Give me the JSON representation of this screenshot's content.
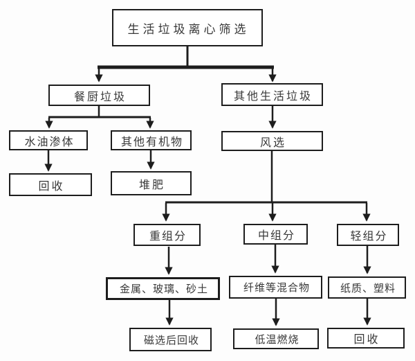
{
  "diagram": {
    "type": "flowchart",
    "language": "zh-CN",
    "topic": "household waste centrifugal screening process"
  },
  "nodes": {
    "root": {
      "label": "生活垃圾离心筛选"
    },
    "kitchen_waste": {
      "label": "餐厨垃圾"
    },
    "other_waste": {
      "label": "其他生活垃圾"
    },
    "water_oil": {
      "label": "水油渗体"
    },
    "other_organics": {
      "label": "其他有机物"
    },
    "wind_sorting": {
      "label": "风选"
    },
    "recycle_left": {
      "label": "回收"
    },
    "compost": {
      "label": "堆肥"
    },
    "heavy_fraction": {
      "label": "重组分"
    },
    "middle_fraction": {
      "label": "中组分"
    },
    "light_fraction": {
      "label": "轻组分"
    },
    "metal_glass_sand": {
      "label": "金属、玻璃、砂土"
    },
    "fiber_mixture": {
      "label": "纤维等混合物"
    },
    "paper_plastic": {
      "label": "纸质、塑料"
    },
    "magnetic_recycle": {
      "label": "磁选后回收"
    },
    "low_temp_burn": {
      "label": "低温燃烧"
    },
    "recycle_right": {
      "label": "回收"
    }
  },
  "edges": [
    {
      "from": "root",
      "to": "kitchen_waste"
    },
    {
      "from": "root",
      "to": "other_waste"
    },
    {
      "from": "kitchen_waste",
      "to": "water_oil"
    },
    {
      "from": "kitchen_waste",
      "to": "other_organics"
    },
    {
      "from": "water_oil",
      "to": "recycle_left"
    },
    {
      "from": "other_organics",
      "to": "compost"
    },
    {
      "from": "other_waste",
      "to": "wind_sorting"
    },
    {
      "from": "wind_sorting",
      "to": "heavy_fraction"
    },
    {
      "from": "wind_sorting",
      "to": "middle_fraction"
    },
    {
      "from": "wind_sorting",
      "to": "light_fraction"
    },
    {
      "from": "heavy_fraction",
      "to": "metal_glass_sand"
    },
    {
      "from": "middle_fraction",
      "to": "fiber_mixture"
    },
    {
      "from": "light_fraction",
      "to": "paper_plastic"
    },
    {
      "from": "metal_glass_sand",
      "to": "magnetic_recycle"
    },
    {
      "from": "fiber_mixture",
      "to": "low_temp_burn"
    },
    {
      "from": "paper_plastic",
      "to": "recycle_right"
    }
  ],
  "colors": {
    "line": "#1d1d1d",
    "box_border": "#1d1d1d",
    "box_fill": "#ffffff",
    "text": "#383838",
    "background": "#fdfdfd"
  }
}
